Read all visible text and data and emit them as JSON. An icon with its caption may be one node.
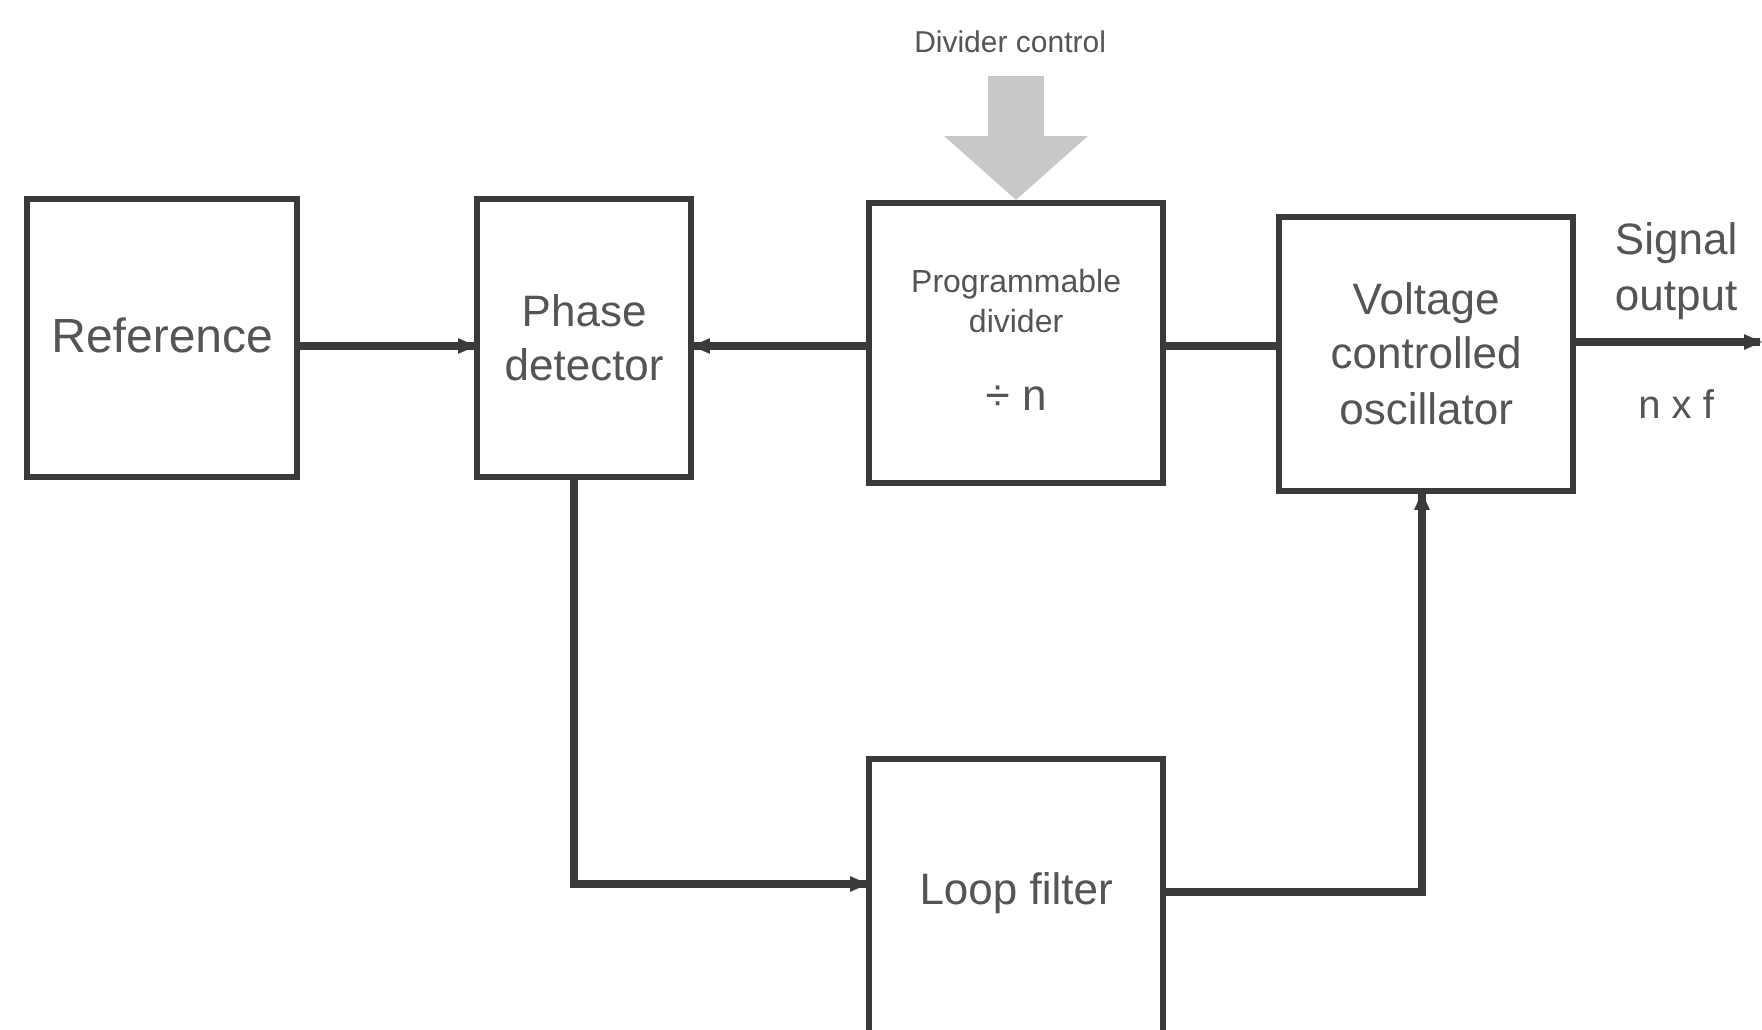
{
  "diagram": {
    "nodes": [
      {
        "text": [
          "Reference"
        ]
      },
      {
        "text": [
          "Phase detector"
        ]
      },
      {
        "text": [
          "Programmable divider",
          "÷ n"
        ]
      },
      {
        "text": [
          "Voltage controlled oscillator"
        ]
      },
      {
        "text": [
          "Loop filter"
        ]
      },
      {
        "text": [
          "Divider control"
        ]
      },
      {
        "text": [
          "Signal output"
        ],
        "beside": [
          "n x f"
        ]
      }
    ],
    "edges": [
      {
        "from": 0,
        "to": 1,
        "arrow": "to"
      },
      {
        "from": 2,
        "to": 1,
        "arrow": "to"
      },
      {
        "from": 3,
        "to": 2,
        "arrow": "none"
      },
      {
        "from": 1,
        "to": 4,
        "arrow": "to"
      },
      {
        "from": 4,
        "to": 3,
        "arrow": "to"
      },
      {
        "from": 5,
        "to": 2,
        "arrow": "to",
        "style": "thick",
        "color": "#c8c8c8"
      },
      {
        "from": 3,
        "to": 6,
        "arrow": "to"
      }
    ]
  }
}
